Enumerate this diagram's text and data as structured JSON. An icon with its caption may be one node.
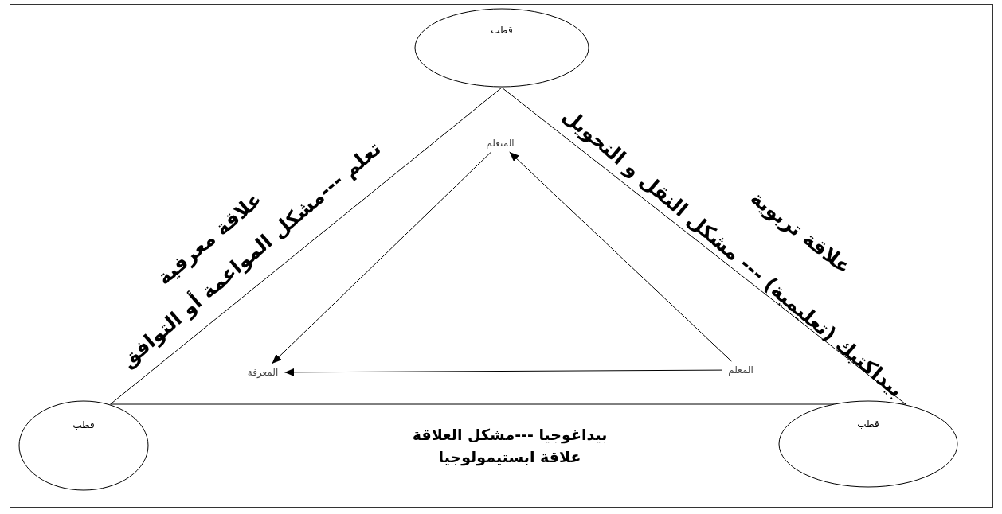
{
  "diagram": {
    "nodes": [
      {
        "text": [
          "قطب"
        ]
      },
      {
        "text": [
          "قطب"
        ]
      },
      {
        "text": [
          "قطب"
        ]
      },
      {
        "text": [
          "المتعلم"
        ]
      },
      {
        "text": [
          "المعرفة"
        ]
      },
      {
        "text": [
          "المعلم"
        ]
      }
    ],
    "edges": [
      {
        "from": 0,
        "to": 1,
        "arrow": "none"
      },
      {
        "from": 0,
        "to": 2,
        "arrow": "none"
      },
      {
        "from": 1,
        "to": 2,
        "arrow": "none"
      },
      {
        "from": 3,
        "to": 4,
        "arrow": "to"
      },
      {
        "from": 5,
        "to": 3,
        "arrow": "to"
      },
      {
        "from": 5,
        "to": 4,
        "arrow": "to"
      }
    ],
    "labels": [
      "علاقة معرفية",
      "تعلم ---مشكل المواعمة أو التوافق",
      "علاقة تربوية",
      "بيداكتيك (تعليمية) --- مشكل النقل و التحويل",
      "بيداغوجيا ---مشكل العلاقة",
      "علاقة ابستيمولوجيا"
    ]
  }
}
